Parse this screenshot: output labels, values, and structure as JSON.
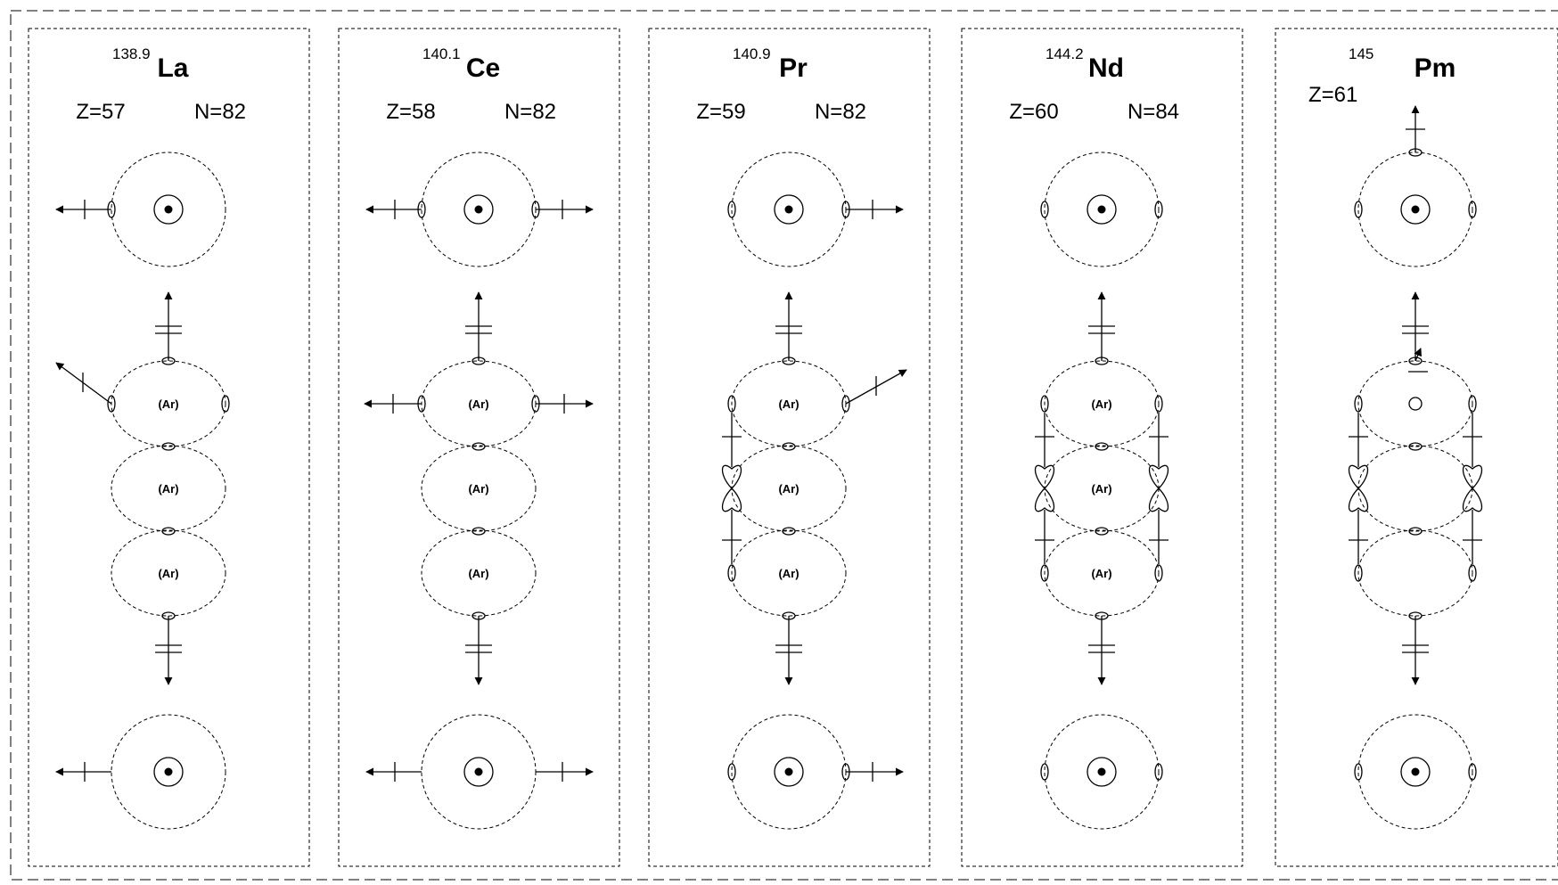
{
  "panels": [
    {
      "symbol": "La",
      "mass": "138.9",
      "z_label": "Z=57",
      "n_label": "N=82",
      "core": "(Ar)",
      "top_left_arrow": true,
      "top_right_arrow": false,
      "bottom_left_arrow": true,
      "bottom_right_arrow": false,
      "mid_left": "diag",
      "mid_right": "none",
      "side_mode": "none"
    },
    {
      "symbol": "Ce",
      "mass": "140.1",
      "z_label": "Z=58",
      "n_label": "N=82",
      "core": "(Ar)",
      "top_left_arrow": true,
      "top_right_arrow": true,
      "bottom_left_arrow": true,
      "bottom_right_arrow": true,
      "mid_left": "horiz",
      "mid_right": "horiz",
      "side_mode": "none"
    },
    {
      "symbol": "Pr",
      "mass": "140.9",
      "z_label": "Z=59",
      "n_label": "N=82",
      "core": "(Ar)",
      "top_left_arrow": false,
      "top_right_arrow": true,
      "bottom_left_arrow": false,
      "bottom_right_arrow": true,
      "mid_left": "none",
      "mid_right": "diag",
      "side_mode": "left"
    },
    {
      "symbol": "Nd",
      "mass": "144.2",
      "z_label": "Z=60",
      "n_label": "N=84",
      "core": "(Ar)",
      "top_left_arrow": false,
      "top_right_arrow": false,
      "bottom_left_arrow": false,
      "bottom_right_arrow": false,
      "mid_left": "none",
      "mid_right": "none",
      "side_mode": "both"
    },
    {
      "symbol": "Pm",
      "mass": "145",
      "z_label": "Z=61",
      "n_label": "",
      "core": "",
      "top_left_arrow": false,
      "top_right_arrow": false,
      "bottom_left_arrow": false,
      "bottom_right_arrow": false,
      "mid_left": "none",
      "mid_right": "none",
      "side_mode": "both"
    }
  ]
}
